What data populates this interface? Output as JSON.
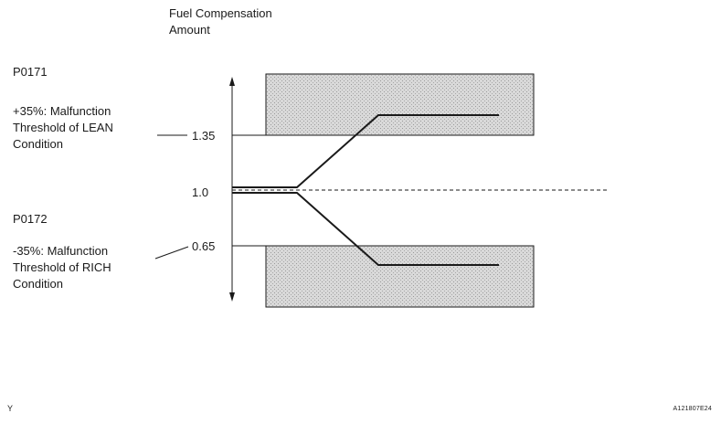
{
  "axis_title": "Fuel Compensation\nAmount",
  "lean": {
    "code": "P0171",
    "description": "+35%: Malfunction\nThreshold of LEAN\nCondition"
  },
  "rich": {
    "code": "P0172",
    "description": "-35%: Malfunction\nThreshold of RICH\nCondition"
  },
  "ticks": {
    "upper": "1.35",
    "nominal": "1.0",
    "lower": "0.65"
  },
  "corner_left": "Y",
  "corner_right": "A121807E24",
  "colors": {
    "zone_fill": "#d6d6d6",
    "line": "#1a1a1a"
  }
}
